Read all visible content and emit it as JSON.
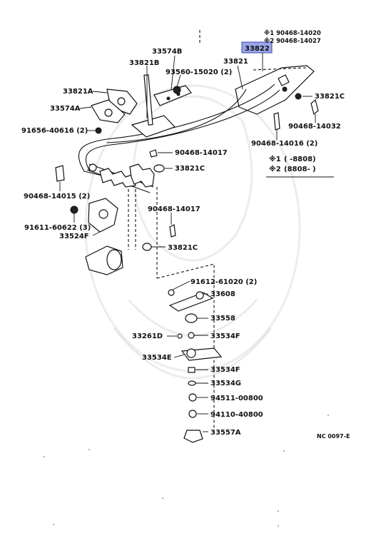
{
  "diagram_code": "NC 0097-E",
  "highlighted_part": "33822",
  "footnote": {
    "n1_mark": "※1",
    "n1_range": "(     -8808)",
    "n2_mark": "※2",
    "n2_range": "(8808-      )"
  },
  "labels": {
    "p9046814020": "※1 90468-14020",
    "p9046814027": "※2 90468-14027",
    "p33822": "33822",
    "p33574B": "33574B",
    "p33821B": "33821B",
    "p33821": "33821",
    "p9356015020": "93560-15020 (2)",
    "p33821A": "33821A",
    "p33574A": "33574A",
    "p33821C_1": "33821C",
    "p9046814032": "90468-14032",
    "p9165640616": "91656-40616 (2)",
    "p9046814016_2": "90468-14016 (2)",
    "p9046814017_1": "90468-14017",
    "p33821C_2": "33821C",
    "p9046814015": "90468-14015 (2)",
    "p9046814017_2": "90468-14017",
    "p9161160622": "91611-60622 (3)",
    "p33524F": "33524F",
    "p33821C_3": "33821C",
    "p9161261020": "91612-61020 (2)",
    "p33608": "33608",
    "p33558": "33558",
    "p33261D": "33261D",
    "p33534F_1": "33534F",
    "p33534E": "33534E",
    "p33534F_2": "33534F",
    "p33534G": "33534G",
    "p9451100800": "94511-00800",
    "p9411040800": "94110-40800",
    "p33557A": "33557A"
  }
}
